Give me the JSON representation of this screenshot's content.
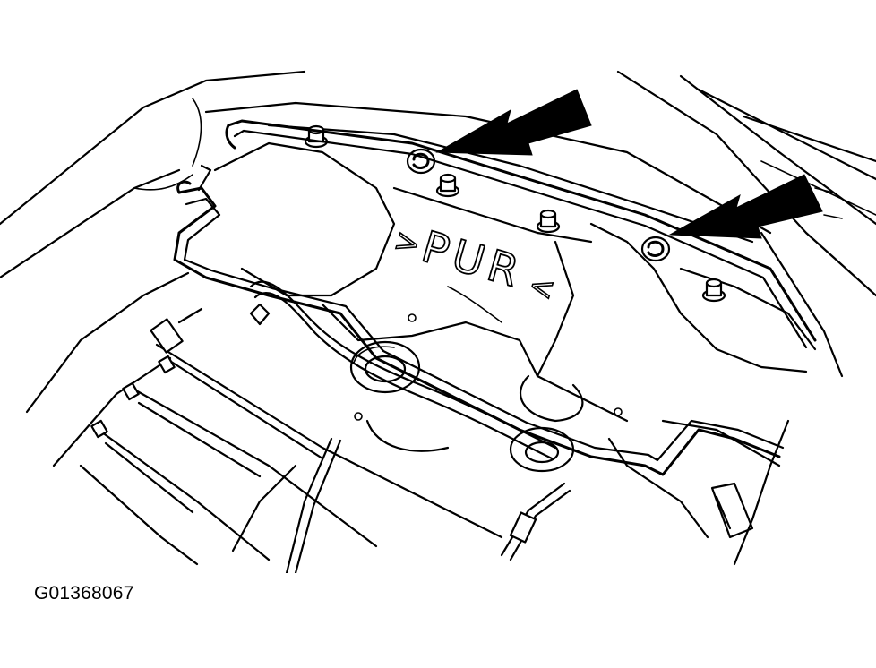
{
  "figure": {
    "id_label": "G01368067",
    "embossed_text": "PUR",
    "embossed_left_marker": ">",
    "embossed_right_marker": "<",
    "colors": {
      "line": "#000000",
      "background": "#ffffff"
    },
    "callouts": [
      {
        "name": "arrow-left",
        "icon": "arrow-pointer-icon"
      },
      {
        "name": "arrow-right",
        "icon": "arrow-pointer-icon"
      }
    ]
  }
}
